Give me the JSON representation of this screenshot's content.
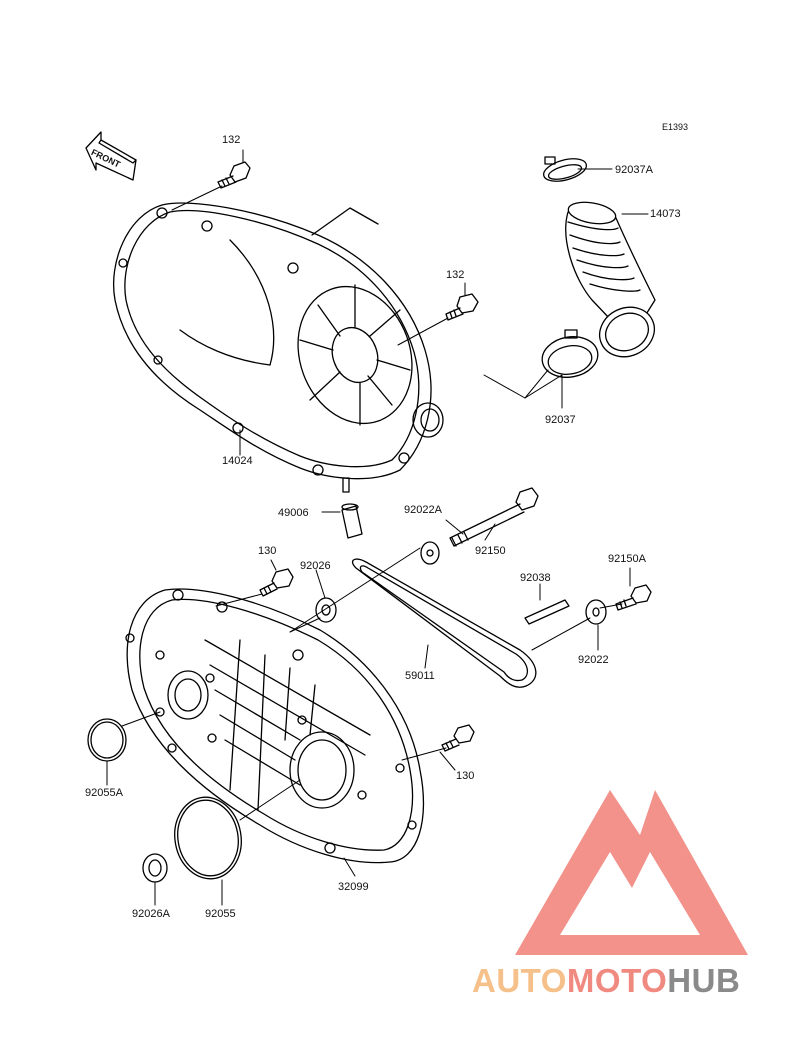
{
  "diagram_code": "E1393",
  "front_label": "FRONT",
  "watermark": {
    "auto": "AUTO",
    "moto": "MOTO",
    "hub": "HUB",
    "colors": {
      "auto": "#f5c08a",
      "moto": "#f08a80",
      "hub": "#8a8a8a",
      "logo": "#f2928a"
    }
  },
  "parts": [
    {
      "id": "132-top",
      "number": "132"
    },
    {
      "id": "132-mid",
      "number": "132"
    },
    {
      "id": "14024",
      "number": "14024"
    },
    {
      "id": "49006",
      "number": "49006"
    },
    {
      "id": "92037A",
      "number": "92037A"
    },
    {
      "id": "14073",
      "number": "14073"
    },
    {
      "id": "92037",
      "number": "92037"
    },
    {
      "id": "92022A",
      "number": "92022A"
    },
    {
      "id": "92150",
      "number": "92150"
    },
    {
      "id": "130-top",
      "number": "130"
    },
    {
      "id": "92026",
      "number": "92026"
    },
    {
      "id": "92038",
      "number": "92038"
    },
    {
      "id": "92150A",
      "number": "92150A"
    },
    {
      "id": "92022",
      "number": "92022"
    },
    {
      "id": "59011",
      "number": "59011"
    },
    {
      "id": "130-bottom",
      "number": "130"
    },
    {
      "id": "92055A",
      "number": "92055A"
    },
    {
      "id": "32099",
      "number": "32099"
    },
    {
      "id": "92026A",
      "number": "92026A"
    },
    {
      "id": "92055",
      "number": "92055"
    }
  ]
}
